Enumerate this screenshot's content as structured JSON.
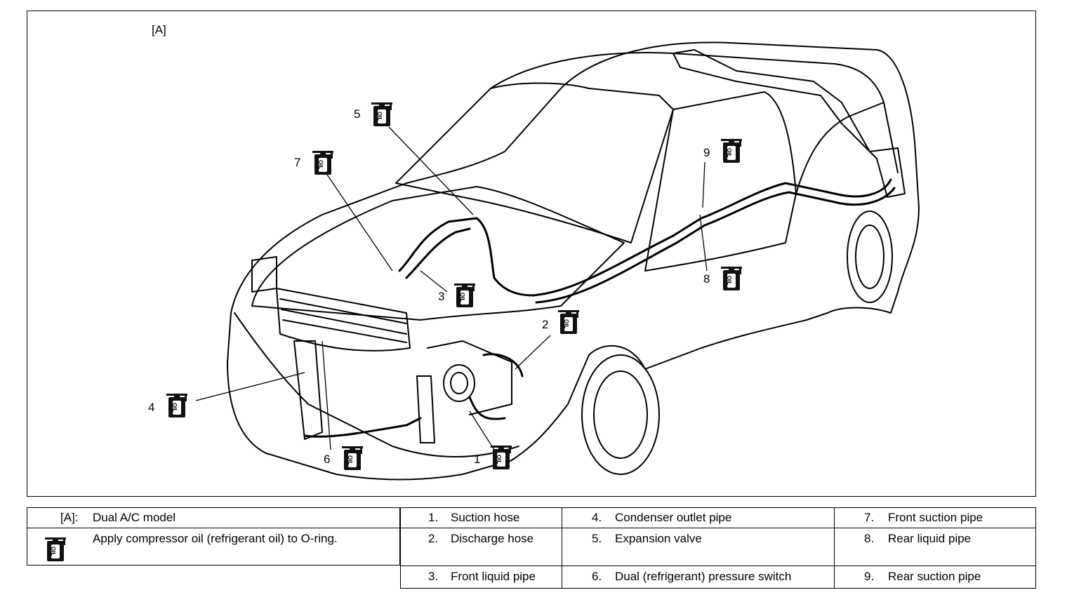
{
  "diagram": {
    "view_label": "[A]",
    "icon_text": "OIL",
    "callouts": [
      "1",
      "2",
      "3",
      "4",
      "5",
      "6",
      "7",
      "8",
      "9"
    ]
  },
  "legend": {
    "model_key": "[A]:",
    "model_text": "Dual A/C model",
    "oil_note": "Apply compressor oil (refrigerant oil) to O-ring.",
    "items": [
      {
        "num": "1.",
        "label": "Suction hose"
      },
      {
        "num": "2.",
        "label": "Discharge hose"
      },
      {
        "num": "3.",
        "label": "Front liquid pipe"
      },
      {
        "num": "4.",
        "label": "Condenser outlet pipe"
      },
      {
        "num": "5.",
        "label": "Expansion valve"
      },
      {
        "num": "6.",
        "label": "Dual (refrigerant) pressure switch"
      },
      {
        "num": "7.",
        "label": "Front suction pipe"
      },
      {
        "num": "8.",
        "label": "Rear liquid pipe"
      },
      {
        "num": "9.",
        "label": "Rear suction pipe"
      }
    ]
  }
}
